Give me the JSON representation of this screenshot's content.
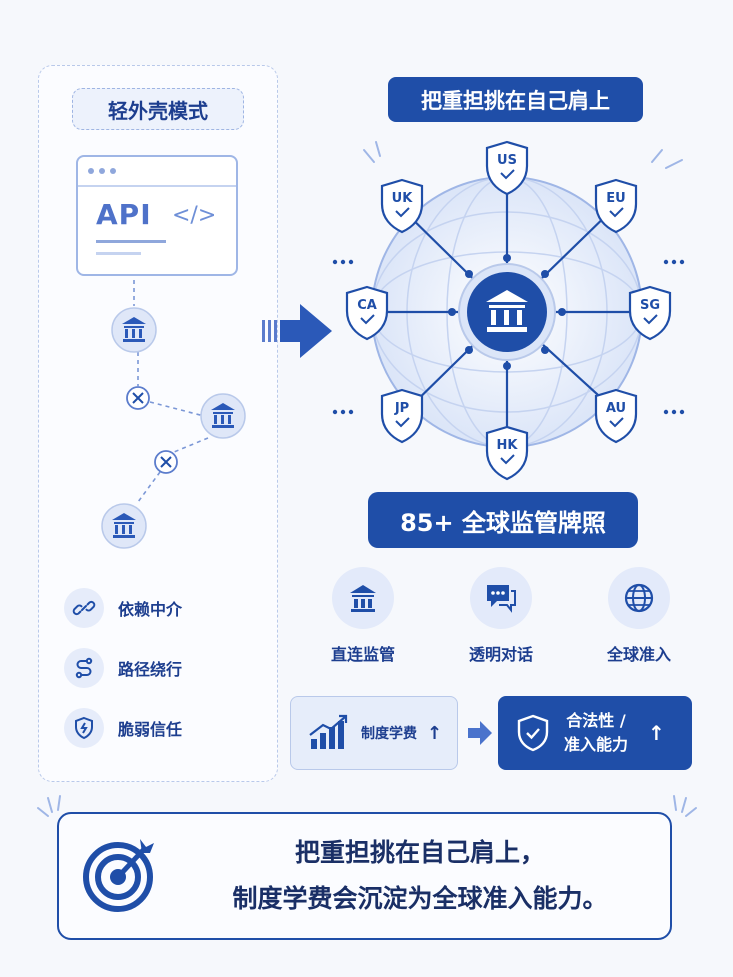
{
  "left": {
    "title": "轻外壳模式",
    "api_label": "API",
    "code_label": "</>",
    "legend": [
      {
        "label": "依赖中介",
        "icon": "link-icon"
      },
      {
        "label": "路径绕行",
        "icon": "route-icon"
      },
      {
        "label": "脆弱信任",
        "icon": "broken-shield-icon"
      }
    ]
  },
  "right": {
    "title": "把重担挑在自己肩上",
    "regions": [
      "US",
      "EU",
      "SG",
      "AU",
      "HK",
      "JP",
      "CA",
      "UK"
    ],
    "license_label": "85+ 全球监管牌照",
    "features": [
      {
        "label": "直连监管",
        "icon": "bank-icon"
      },
      {
        "label": "透明对话",
        "icon": "chat-icon"
      },
      {
        "label": "全球准入",
        "icon": "globe-icon"
      }
    ],
    "cost_label": "制度学费",
    "legal_line1": "合法性 /",
    "legal_line2": "准入能力"
  },
  "bottom": {
    "line1": "把重担挑在自己肩上，",
    "line2": "制度学费会沉淀为全球准入能力。"
  },
  "colors": {
    "primary": "#1f4ea8",
    "light": "#e3eafa",
    "line": "#9fb6e6"
  }
}
